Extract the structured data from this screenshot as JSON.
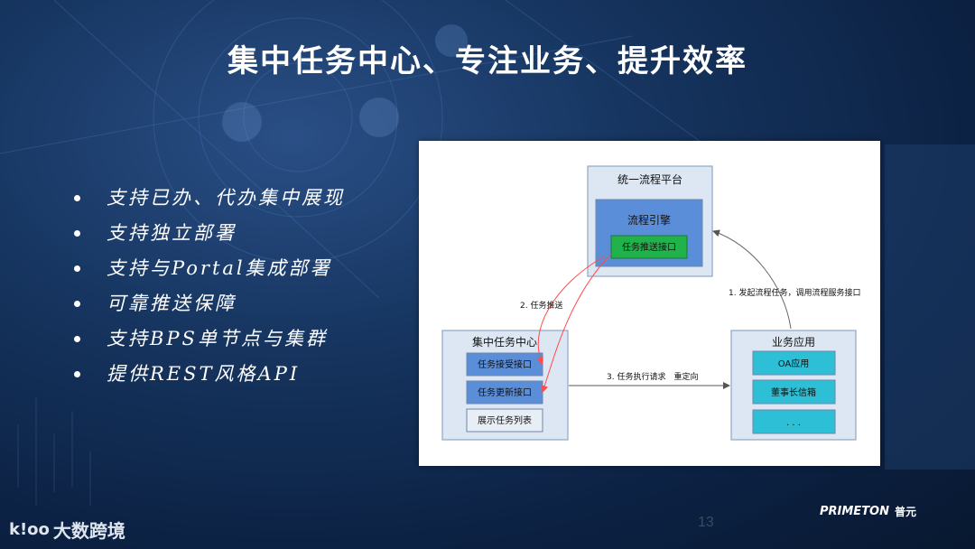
{
  "slide": {
    "title": "集中任务中心、专注业务、提升效率",
    "bullets": [
      "支持已办、代办集中展现",
      "支持独立部署",
      "支持与Portal集成部署",
      "可靠推送保障",
      "支持BPS单节点与集群",
      "提供REST风格API"
    ],
    "page_number": "13"
  },
  "diagram": {
    "platform": {
      "title": "统一流程平台",
      "engine": "流程引擎",
      "push_interface": "任务推送接口"
    },
    "task_center": {
      "title": "集中任务中心",
      "items": [
        "任务接受接口",
        "任务更新接口",
        "展示任务列表"
      ]
    },
    "business_app": {
      "title": "业务应用",
      "items": [
        "OA应用",
        "董事长信箱",
        ". . ."
      ]
    },
    "edges": {
      "push": "2. 任务推送",
      "start_process": "1. 发起流程任务，调用流程服务接口",
      "execute_request": "3. 任务执行请求　重定向"
    }
  },
  "logos": {
    "left_mark": "k!oo",
    "left_text": "大数跨境",
    "right_brand": "PRIMETON",
    "right_cn": "普元"
  },
  "colors": {
    "box_border": "#8fa6c4",
    "box_fill": "#dde7f3",
    "engine_fill": "#5b8ed8",
    "push_fill": "#22b24c",
    "item_blue": "#5b8ed8",
    "item_cyan": "#2cbfd6",
    "push_arrow": "#ff4b4b"
  }
}
